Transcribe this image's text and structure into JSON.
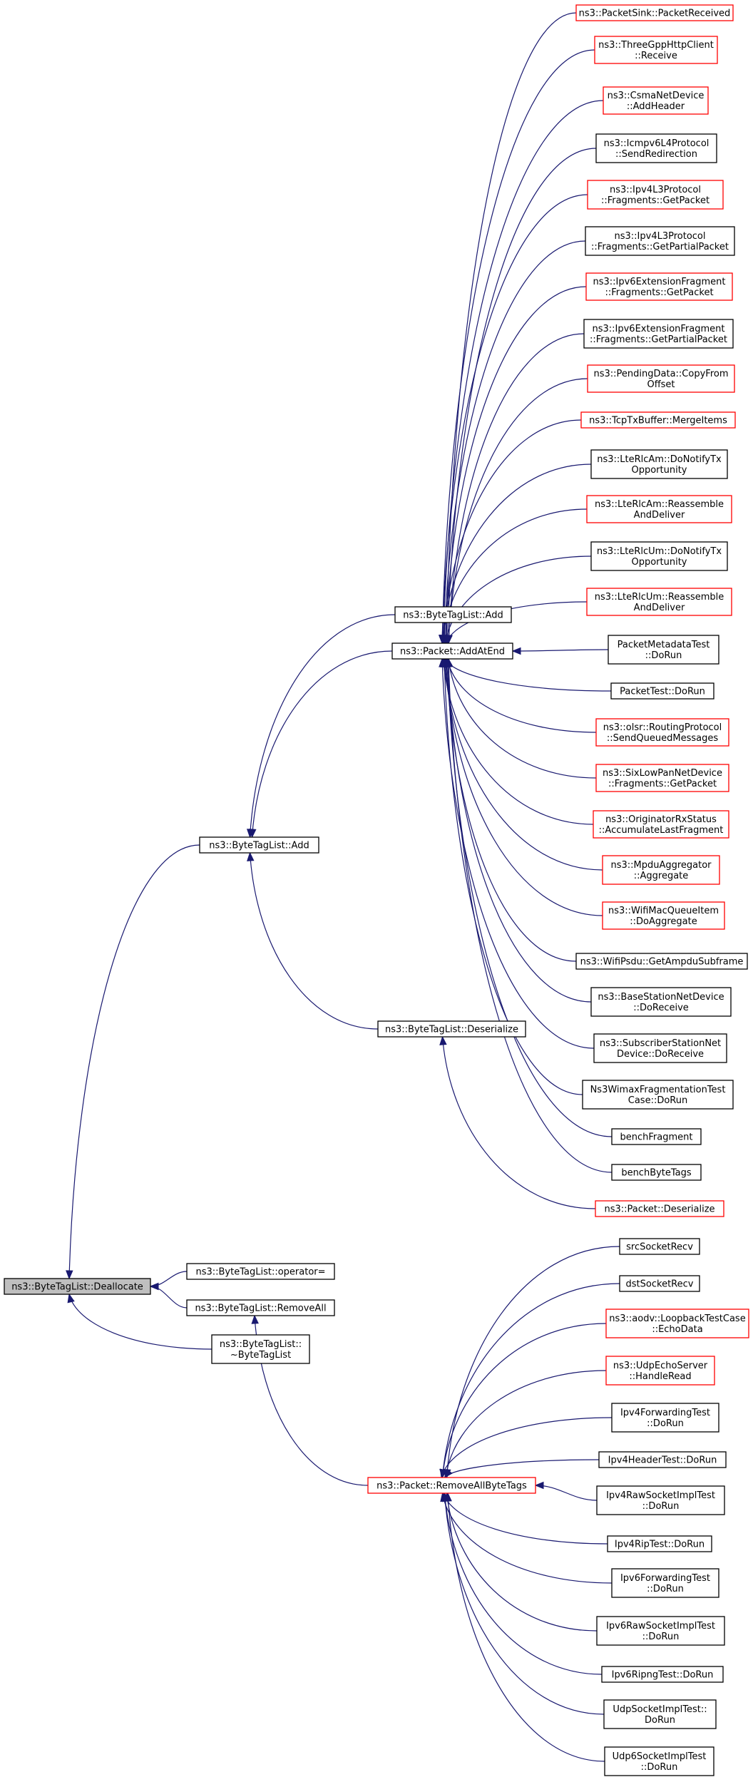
{
  "diagram": {
    "kind": "caller-graph",
    "colors": {
      "edge": "#191970",
      "linked_border": "#ff0000",
      "plain_border": "#000000",
      "root_fill": "#bfbfbf"
    },
    "nodes": {
      "dealloc": {
        "lines": [
          "ns3::ByteTagList::Deallocate"
        ],
        "style": "root"
      },
      "add_main": {
        "lines": [
          "ns3::ByteTagList::Add"
        ],
        "style": "black"
      },
      "op_assign": {
        "lines": [
          "ns3::ByteTagList::operator="
        ],
        "style": "black"
      },
      "remove_all": {
        "lines": [
          "ns3::ByteTagList::RemoveAll"
        ],
        "style": "black"
      },
      "dtor": {
        "lines": [
          "ns3::ByteTagList::",
          "~ByteTagList"
        ],
        "style": "black"
      },
      "add2": {
        "lines": [
          "ns3::ByteTagList::Add"
        ],
        "style": "black"
      },
      "add_at_end": {
        "lines": [
          "ns3::Packet::AddAtEnd"
        ],
        "style": "black"
      },
      "deserialize": {
        "lines": [
          "ns3::ByteTagList::Deserialize"
        ],
        "style": "black"
      },
      "remove_all_tags": {
        "lines": [
          "ns3::Packet::RemoveAllByteTags"
        ],
        "style": "red"
      },
      "pkt_sink": {
        "lines": [
          "ns3::PacketSink::PacketReceived"
        ],
        "style": "red"
      },
      "http_client": {
        "lines": [
          "ns3::ThreeGppHttpClient",
          "::Receive"
        ],
        "style": "red"
      },
      "csma": {
        "lines": [
          "ns3::CsmaNetDevice",
          "::AddHeader"
        ],
        "style": "red"
      },
      "icmpv6": {
        "lines": [
          "ns3::Icmpv6L4Protocol",
          "::SendRedirection"
        ],
        "style": "black"
      },
      "ipv4_frag_get": {
        "lines": [
          "ns3::Ipv4L3Protocol",
          "::Fragments::GetPacket"
        ],
        "style": "red"
      },
      "ipv4_frag_partial": {
        "lines": [
          "ns3::Ipv4L3Protocol",
          "::Fragments::GetPartialPacket"
        ],
        "style": "black"
      },
      "ipv6_frag_get": {
        "lines": [
          "ns3::Ipv6ExtensionFragment",
          "::Fragments::GetPacket"
        ],
        "style": "red"
      },
      "ipv6_frag_partial": {
        "lines": [
          "ns3::Ipv6ExtensionFragment",
          "::Fragments::GetPartialPacket"
        ],
        "style": "black"
      },
      "pending_data": {
        "lines": [
          "ns3::PendingData::CopyFrom",
          "Offset"
        ],
        "style": "red"
      },
      "tcp_tx": {
        "lines": [
          "ns3::TcpTxBuffer::MergeItems"
        ],
        "style": "red"
      },
      "rlcam_notify": {
        "lines": [
          "ns3::LteRlcAm::DoNotifyTx",
          "Opportunity"
        ],
        "style": "black"
      },
      "rlcam_reasm": {
        "lines": [
          "ns3::LteRlcAm::Reassemble",
          "AndDeliver"
        ],
        "style": "red"
      },
      "rlcum_notify": {
        "lines": [
          "ns3::LteRlcUm::DoNotifyTx",
          "Opportunity"
        ],
        "style": "black"
      },
      "rlcum_reasm": {
        "lines": [
          "ns3::LteRlcUm::Reassemble",
          "AndDeliver"
        ],
        "style": "red"
      },
      "pkt_meta_test": {
        "lines": [
          "PacketMetadataTest",
          "::DoRun"
        ],
        "style": "black"
      },
      "pkt_test": {
        "lines": [
          "PacketTest::DoRun"
        ],
        "style": "black"
      },
      "olsr": {
        "lines": [
          "ns3::olsr::RoutingProtocol",
          "::SendQueuedMessages"
        ],
        "style": "red"
      },
      "sixlowpan": {
        "lines": [
          "ns3::SixLowPanNetDevice",
          "::Fragments::GetPacket"
        ],
        "style": "red"
      },
      "originator": {
        "lines": [
          "ns3::OriginatorRxStatus",
          "::AccumulateLastFragment"
        ],
        "style": "red"
      },
      "mpdu_agg": {
        "lines": [
          "ns3::MpduAggregator",
          "::Aggregate"
        ],
        "style": "red"
      },
      "wifi_queue": {
        "lines": [
          "ns3::WifiMacQueueItem",
          "::DoAggregate"
        ],
        "style": "red"
      },
      "wifi_psdu": {
        "lines": [
          "ns3::WifiPsdu::GetAmpduSubframe"
        ],
        "style": "black"
      },
      "bs_net": {
        "lines": [
          "ns3::BaseStationNetDevice",
          "::DoReceive"
        ],
        "style": "black"
      },
      "ss_net": {
        "lines": [
          "ns3::SubscriberStationNet",
          "Device::DoReceive"
        ],
        "style": "black"
      },
      "wimax_frag": {
        "lines": [
          "Ns3WimaxFragmentationTest",
          "Case::DoRun"
        ],
        "style": "black"
      },
      "bench_frag": {
        "lines": [
          "benchFragment"
        ],
        "style": "black"
      },
      "bench_tags": {
        "lines": [
          "benchByteTags"
        ],
        "style": "black"
      },
      "pkt_deser": {
        "lines": [
          "ns3::Packet::Deserialize"
        ],
        "style": "red"
      },
      "src_sock": {
        "lines": [
          "srcSocketRecv"
        ],
        "style": "black"
      },
      "dst_sock": {
        "lines": [
          "dstSocketRecv"
        ],
        "style": "black"
      },
      "aodv": {
        "lines": [
          "ns3::aodv::LoopbackTestCase",
          "::EchoData"
        ],
        "style": "red"
      },
      "udp_echo": {
        "lines": [
          "ns3::UdpEchoServer",
          "::HandleRead"
        ],
        "style": "red"
      },
      "ipv4_fwd": {
        "lines": [
          "Ipv4ForwardingTest",
          "::DoRun"
        ],
        "style": "black"
      },
      "ipv4_hdr": {
        "lines": [
          "Ipv4HeaderTest::DoRun"
        ],
        "style": "black"
      },
      "ipv4_raw": {
        "lines": [
          "Ipv4RawSocketImplTest",
          "::DoRun"
        ],
        "style": "black"
      },
      "ipv4_rip": {
        "lines": [
          "Ipv4RipTest::DoRun"
        ],
        "style": "black"
      },
      "ipv6_fwd": {
        "lines": [
          "Ipv6ForwardingTest",
          "::DoRun"
        ],
        "style": "black"
      },
      "ipv6_raw": {
        "lines": [
          "Ipv6RawSocketImplTest",
          "::DoRun"
        ],
        "style": "black"
      },
      "ipv6_ripng": {
        "lines": [
          "Ipv6RipngTest::DoRun"
        ],
        "style": "black"
      },
      "udp_sock": {
        "lines": [
          "UdpSocketImplTest::",
          "DoRun"
        ],
        "style": "black"
      },
      "udp6_sock": {
        "lines": [
          "Udp6SocketImplTest",
          "::DoRun"
        ],
        "style": "black"
      }
    },
    "edges": [
      [
        "add_main",
        "dealloc"
      ],
      [
        "op_assign",
        "dealloc"
      ],
      [
        "remove_all",
        "dealloc"
      ],
      [
        "dtor",
        "dealloc"
      ],
      [
        "add2",
        "add_main"
      ],
      [
        "add_at_end",
        "add_main"
      ],
      [
        "deserialize",
        "add_main"
      ],
      [
        "remove_all_tags",
        "remove_all"
      ],
      [
        "pkt_sink",
        "add_at_end"
      ],
      [
        "http_client",
        "add_at_end"
      ],
      [
        "csma",
        "add_at_end"
      ],
      [
        "icmpv6",
        "add_at_end"
      ],
      [
        "ipv4_frag_get",
        "add_at_end"
      ],
      [
        "ipv4_frag_partial",
        "add_at_end"
      ],
      [
        "ipv6_frag_get",
        "add_at_end"
      ],
      [
        "ipv6_frag_partial",
        "add_at_end"
      ],
      [
        "pending_data",
        "add_at_end"
      ],
      [
        "tcp_tx",
        "add_at_end"
      ],
      [
        "rlcam_notify",
        "add_at_end"
      ],
      [
        "rlcam_reasm",
        "add_at_end"
      ],
      [
        "rlcum_notify",
        "add_at_end"
      ],
      [
        "rlcum_reasm",
        "add_at_end"
      ],
      [
        "pkt_meta_test",
        "add_at_end"
      ],
      [
        "pkt_test",
        "add_at_end"
      ],
      [
        "olsr",
        "add_at_end"
      ],
      [
        "sixlowpan",
        "add_at_end"
      ],
      [
        "originator",
        "add_at_end"
      ],
      [
        "mpdu_agg",
        "add_at_end"
      ],
      [
        "wifi_queue",
        "add_at_end"
      ],
      [
        "wifi_psdu",
        "add_at_end"
      ],
      [
        "bs_net",
        "add_at_end"
      ],
      [
        "ss_net",
        "add_at_end"
      ],
      [
        "wimax_frag",
        "add_at_end"
      ],
      [
        "bench_frag",
        "add_at_end"
      ],
      [
        "bench_tags",
        "add_at_end"
      ],
      [
        "pkt_deser",
        "deserialize"
      ],
      [
        "src_sock",
        "remove_all_tags"
      ],
      [
        "dst_sock",
        "remove_all_tags"
      ],
      [
        "aodv",
        "remove_all_tags"
      ],
      [
        "udp_echo",
        "remove_all_tags"
      ],
      [
        "ipv4_fwd",
        "remove_all_tags"
      ],
      [
        "ipv4_hdr",
        "remove_all_tags"
      ],
      [
        "ipv4_raw",
        "remove_all_tags"
      ],
      [
        "ipv4_rip",
        "remove_all_tags"
      ],
      [
        "ipv6_fwd",
        "remove_all_tags"
      ],
      [
        "ipv6_raw",
        "remove_all_tags"
      ],
      [
        "ipv6_ripng",
        "remove_all_tags"
      ],
      [
        "udp_sock",
        "remove_all_tags"
      ],
      [
        "udp6_sock",
        "remove_all_tags"
      ]
    ]
  }
}
